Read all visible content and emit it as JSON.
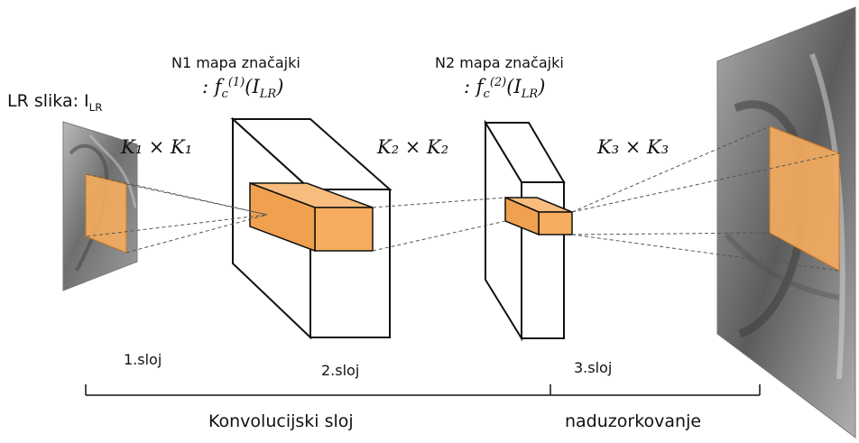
{
  "lr_label": "LR slika: I",
  "lr_label_sub": "LR",
  "n1_title": "N1 mapa značajki",
  "n2_title": "N2 mapa značajki",
  "formula1": {
    "prefix": ": f",
    "sub": "c",
    "sup": "(1)",
    "arg": "(I",
    "arg_sub": "LR",
    "close": ")"
  },
  "formula2": {
    "prefix": ": f",
    "sub": "c",
    "sup": "(2)",
    "arg": "(I",
    "arg_sub": "LR",
    "close": ")"
  },
  "kernel1": "K₁ × K₁",
  "kernel2": "K₂ × K₂",
  "kernel3": "K₃ × K₃",
  "layer1": "1.sloj",
  "layer2": "2.sloj",
  "layer3": "3.sloj",
  "conv_label": "Konvolucijski sloj",
  "upsample_label": "naduzorkovanje",
  "colors": {
    "patch": "#f6ad5f",
    "patch_edge": "#c9781f",
    "box_stroke": "#111111",
    "image_gray": "#8c8c8c"
  }
}
